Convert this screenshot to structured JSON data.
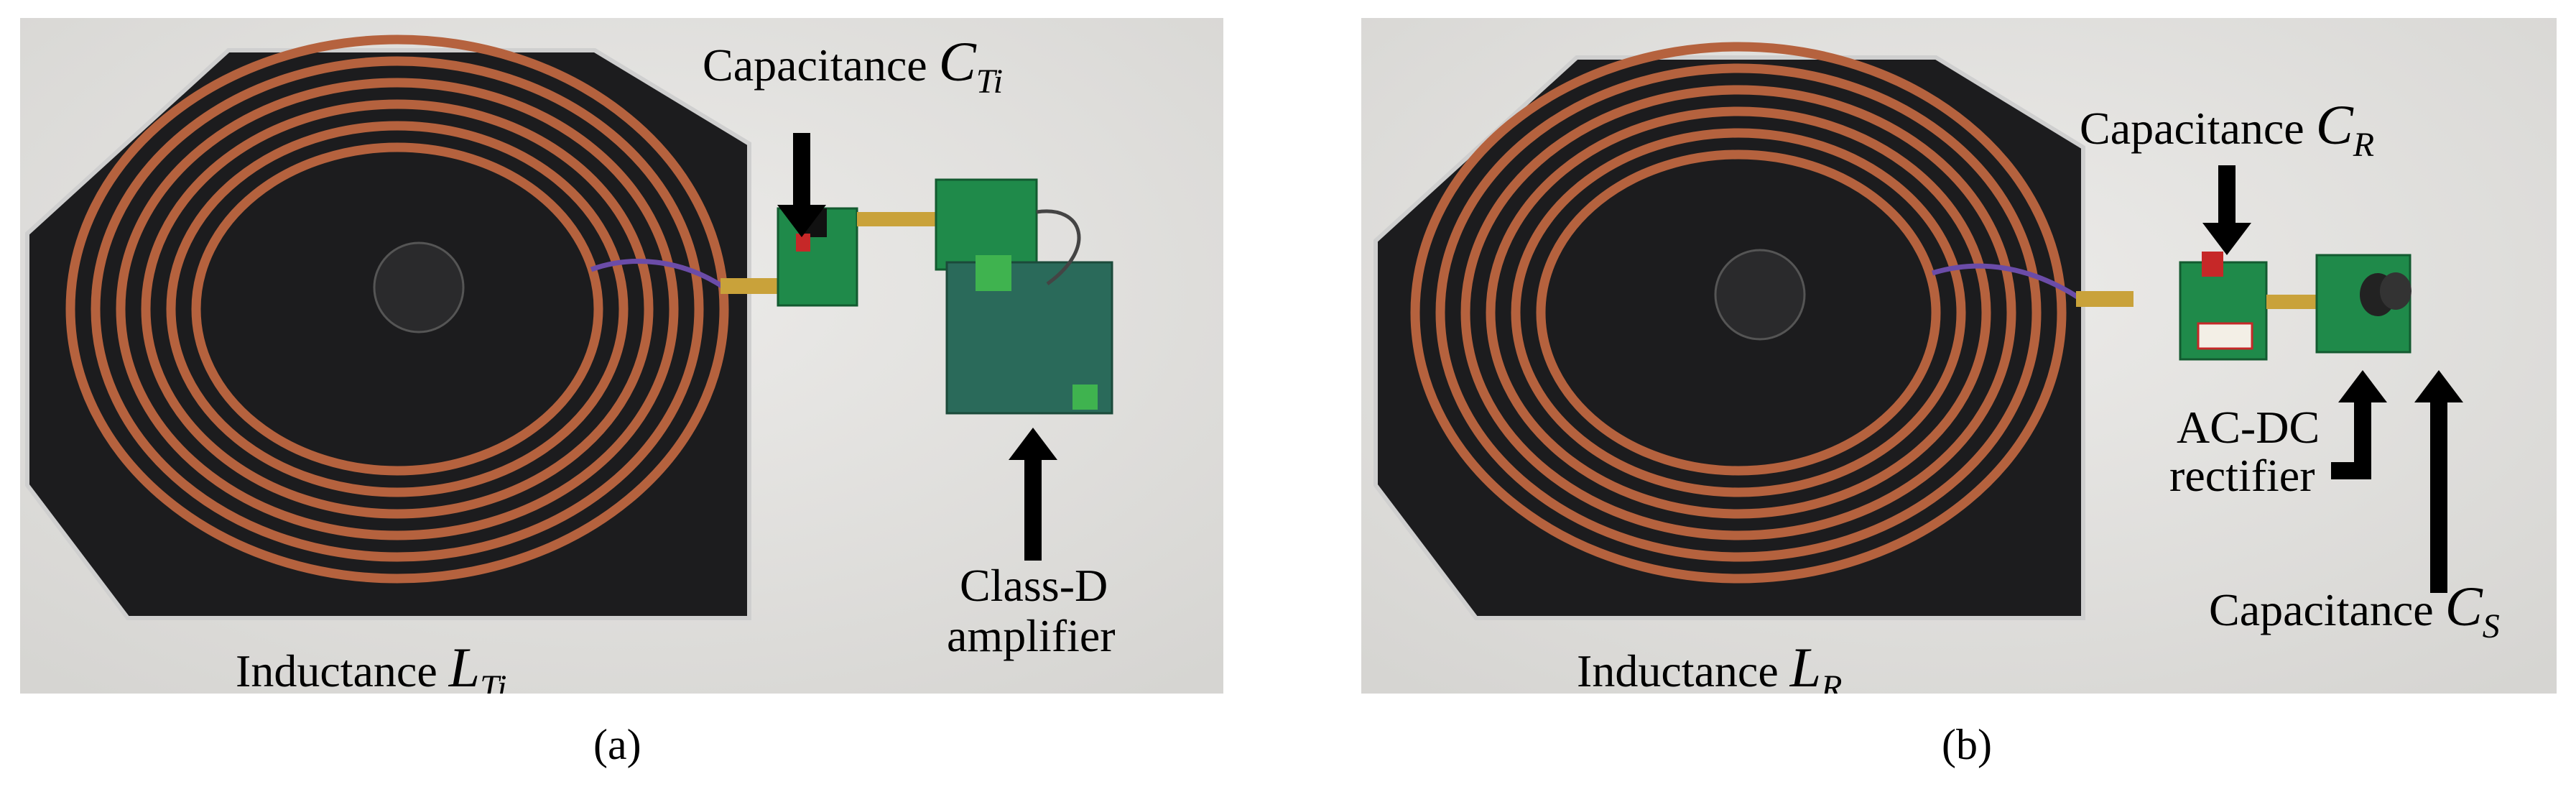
{
  "panels": [
    {
      "id": "a",
      "caption": "(a)",
      "labels": {
        "capacitance_ti": {
          "text": "Capacitance ",
          "symbol": "C",
          "subscript": "Ti"
        },
        "amplifier_line1": "Class-D",
        "amplifier_line2": "amplifier",
        "inductance_ti": {
          "text": "Inductance ",
          "symbol": "L",
          "subscript": "Ti"
        }
      }
    },
    {
      "id": "b",
      "caption": "(b)",
      "labels": {
        "capacitance_r": {
          "text": "Capacitance ",
          "symbol": "C",
          "subscript": "R"
        },
        "rectifier_line1": "AC-DC",
        "rectifier_line2": "rectifier",
        "capacitance_s": {
          "text": "Capacitance ",
          "symbol": "C",
          "subscript": "S"
        },
        "inductance_r": {
          "text": "Inductance ",
          "symbol": "L",
          "subscript": "R"
        }
      }
    }
  ],
  "colors": {
    "background": "#e3e2e0",
    "coil_plate": "#1c1c1e",
    "copper": "#b5623e",
    "pcb": "#1f8a4a",
    "arrow": "#000000"
  }
}
